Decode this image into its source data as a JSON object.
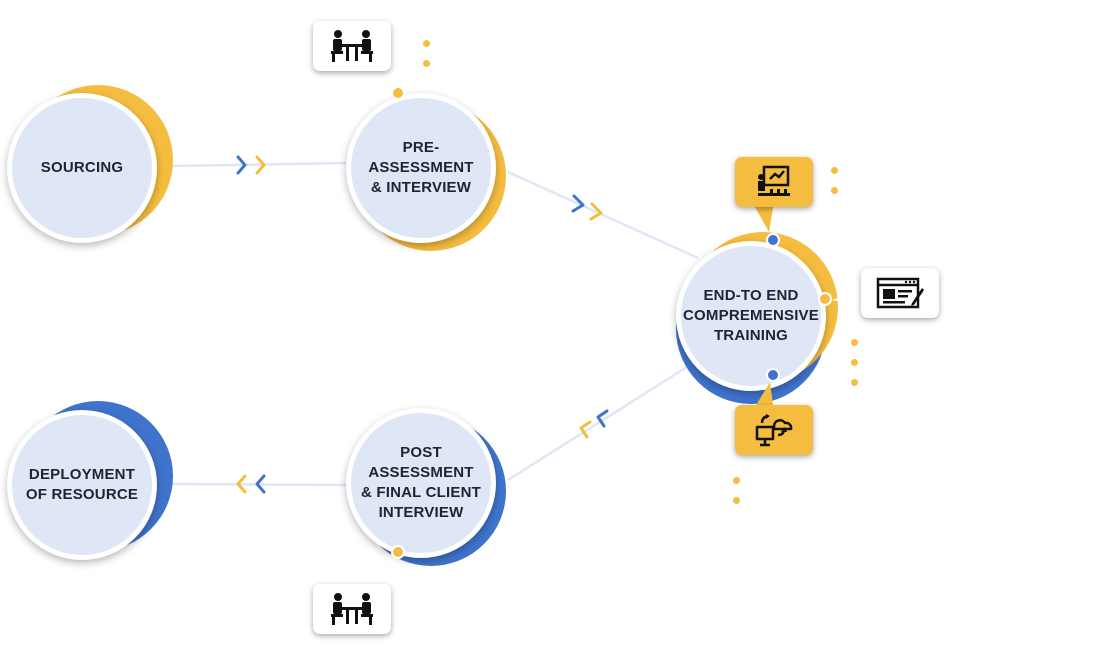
{
  "colors": {
    "yellow": "#f5bd3f",
    "blue": "#3f73cc",
    "circle_fill": "#dfe6f5",
    "connector": "#dfe6f5",
    "text": "#1e2430"
  },
  "nodes": [
    {
      "id": "sourcing",
      "label": "SOURCING",
      "accent": "yellow"
    },
    {
      "id": "pre-assessment",
      "label": "PRE-\nASSESSMENT\n& INTERVIEW",
      "accent": "yellow"
    },
    {
      "id": "training",
      "label": "END-TO END\nCOMPREMENSIVE\nTRAINING",
      "accent": "yellow-blue"
    },
    {
      "id": "post-assessment",
      "label": "POST\nASSESSMENT\n& FINAL CLIENT\nINTERVIEW",
      "accent": "blue"
    },
    {
      "id": "deployment",
      "label": "DEPLOYMENT\nOF RESOURCE",
      "accent": "blue"
    }
  ],
  "icons": [
    {
      "name": "interview-meeting-icon",
      "style": "white"
    },
    {
      "name": "presentation-board-icon",
      "style": "yellow"
    },
    {
      "name": "online-form-icon",
      "style": "white"
    },
    {
      "name": "cloud-computer-icon",
      "style": "yellow"
    },
    {
      "name": "interview-meeting-icon",
      "style": "white"
    }
  ],
  "arrows": [
    {
      "name": "chevron-right-icon",
      "direction": "forward"
    },
    {
      "name": "chevron-right-icon",
      "direction": "forward"
    },
    {
      "name": "chevron-left-icon",
      "direction": "back"
    },
    {
      "name": "chevron-left-icon",
      "direction": "back"
    }
  ]
}
